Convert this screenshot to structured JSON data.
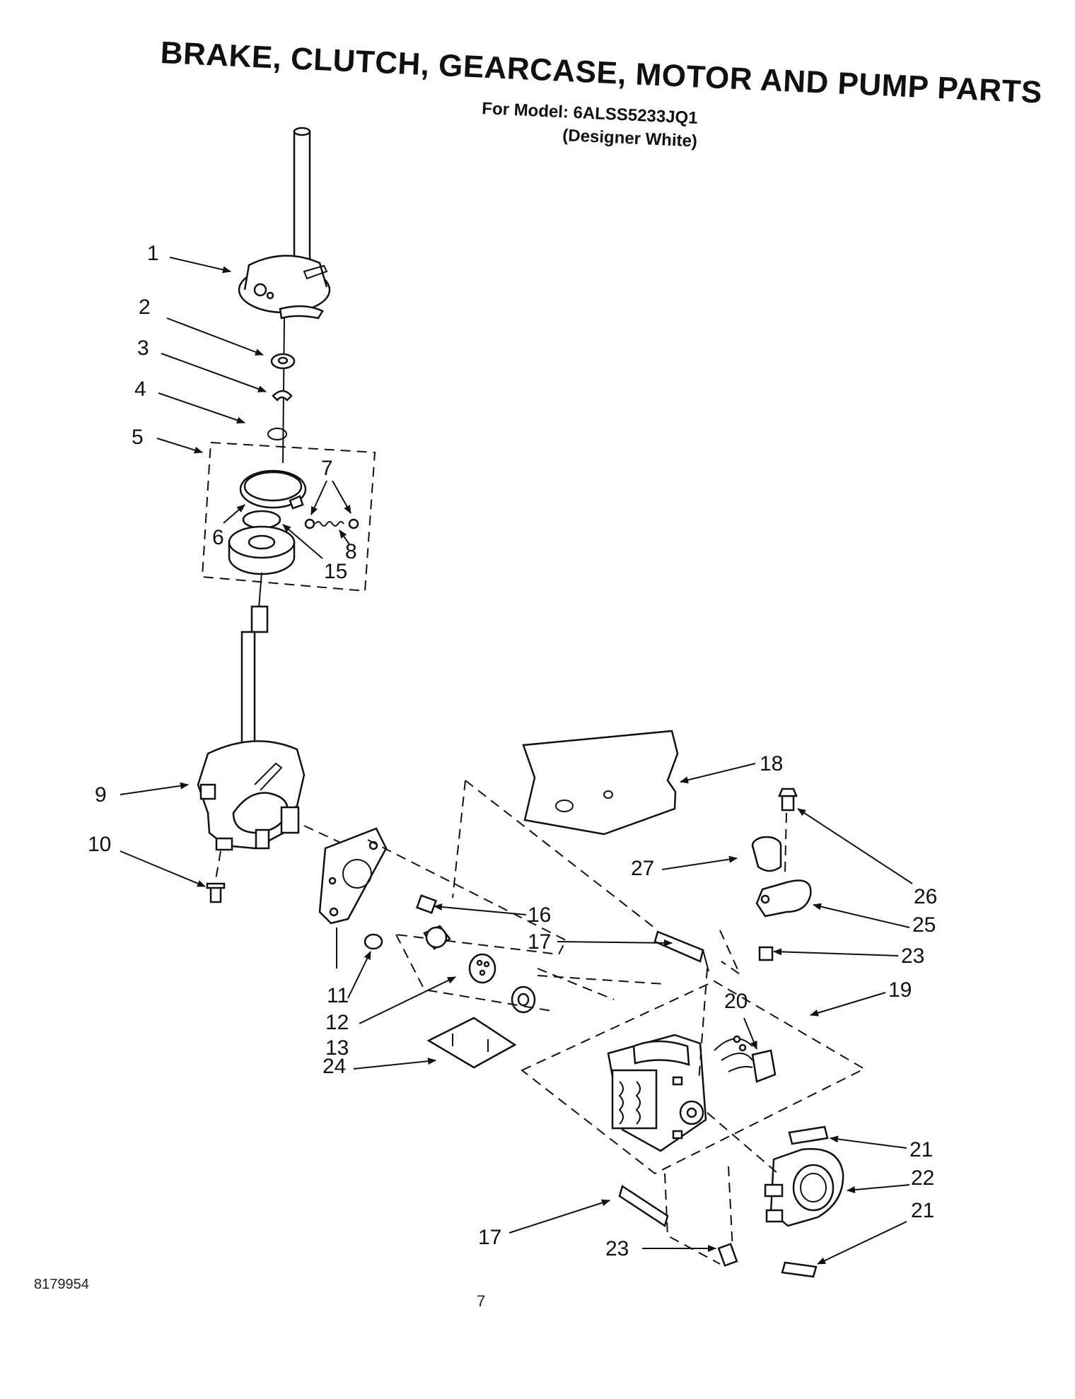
{
  "title": "BRAKE, CLUTCH, GEARCASE, MOTOR AND PUMP PARTS",
  "model_line": "For Model: 6ALSS5233JQ1",
  "color_line": "(Designer White)",
  "doc_number": "8179954",
  "page_number": "7",
  "callouts": [
    {
      "id": "c1",
      "text": "1"
    },
    {
      "id": "c2",
      "text": "2"
    },
    {
      "id": "c3",
      "text": "3"
    },
    {
      "id": "c4",
      "text": "4"
    },
    {
      "id": "c5",
      "text": "5"
    },
    {
      "id": "c6",
      "text": "6"
    },
    {
      "id": "c7",
      "text": "7"
    },
    {
      "id": "c8",
      "text": "8"
    },
    {
      "id": "c15",
      "text": "15"
    },
    {
      "id": "c9",
      "text": "9"
    },
    {
      "id": "c10",
      "text": "10"
    },
    {
      "id": "c11",
      "text": "11"
    },
    {
      "id": "c12",
      "text": "12"
    },
    {
      "id": "c13",
      "text": "13"
    },
    {
      "id": "c16",
      "text": "16"
    },
    {
      "id": "c17a",
      "text": "17"
    },
    {
      "id": "c18",
      "text": "18"
    },
    {
      "id": "c19",
      "text": "19"
    },
    {
      "id": "c20",
      "text": "20"
    },
    {
      "id": "c21a",
      "text": "21"
    },
    {
      "id": "c22",
      "text": "22"
    },
    {
      "id": "c21b",
      "text": "21"
    },
    {
      "id": "c23a",
      "text": "23"
    },
    {
      "id": "c23b",
      "text": "23"
    },
    {
      "id": "c24",
      "text": "24"
    },
    {
      "id": "c25",
      "text": "25"
    },
    {
      "id": "c26",
      "text": "26"
    },
    {
      "id": "c27",
      "text": "27"
    },
    {
      "id": "c17b",
      "text": "17"
    }
  ]
}
